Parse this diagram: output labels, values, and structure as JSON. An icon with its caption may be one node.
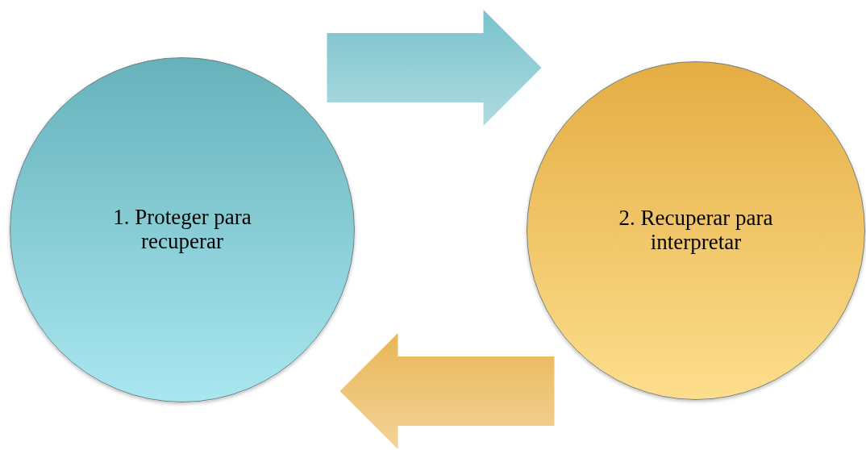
{
  "diagram": {
    "nodes": [
      {
        "text": [
          "1. Proteger para recuperar"
        ]
      },
      {
        "text": [
          "2. Recuperar para interpretar"
        ]
      }
    ],
    "edges": [
      {
        "from": 0,
        "to": 1,
        "arrow": "to",
        "color": "#79c2cc"
      },
      {
        "from": 1,
        "to": 0,
        "arrow": "to",
        "color": "#eab655"
      }
    ]
  }
}
